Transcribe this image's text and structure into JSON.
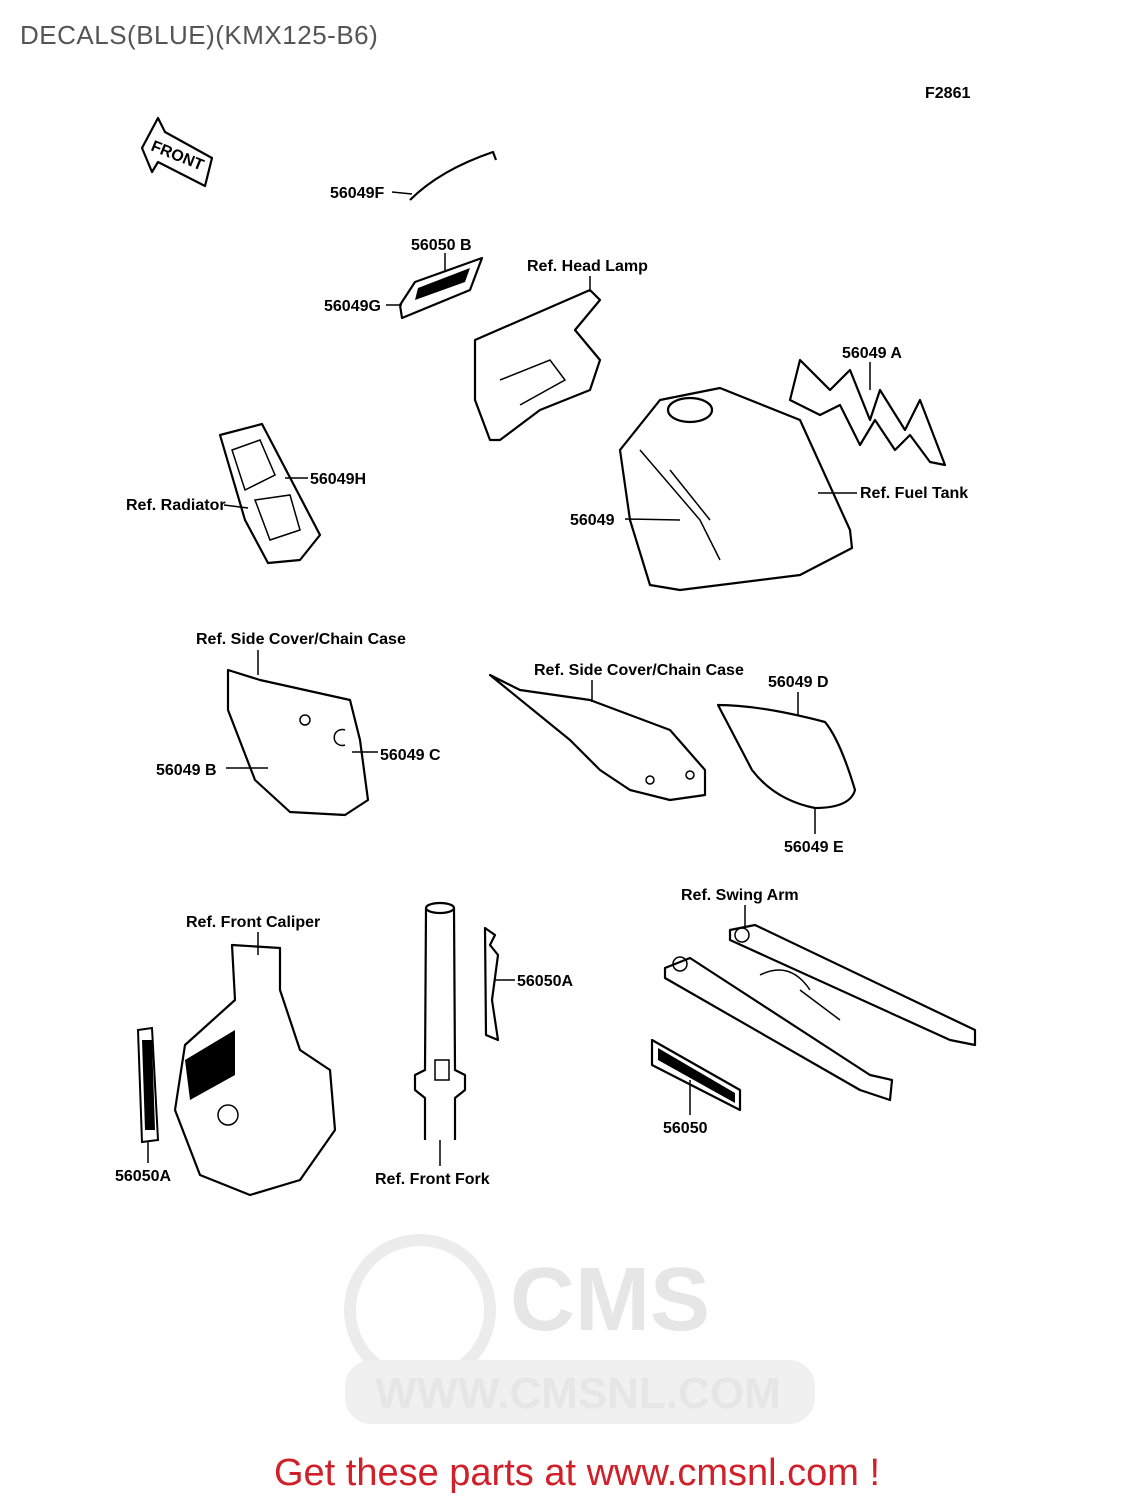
{
  "title": "DECALS(BLUE)(KMX125-B6)",
  "figure_code": "F2861",
  "front_arrow": "FRONT",
  "watermark": {
    "logo": "CMS",
    "url": "WWW.CMSNL.COM"
  },
  "labels": {
    "p56049F": "56049F",
    "p56050B": "56050 B",
    "p56049G": "56049G",
    "ref_head_lamp": "Ref. Head Lamp",
    "p56049A": "56049 A",
    "p56049H": "56049H",
    "ref_radiator": "Ref. Radiator",
    "p56049": "56049",
    "ref_fuel_tank": "Ref. Fuel Tank",
    "ref_side_cover_left": "Ref. Side Cover/Chain Case",
    "ref_side_cover_right": "Ref. Side Cover/Chain Case",
    "p56049D": "56049 D",
    "p56049C": "56049 C",
    "p56049B": "56049 B",
    "p56049E": "56049 E",
    "ref_swing_arm": "Ref. Swing Arm",
    "ref_front_caliper": "Ref. Front Caliper",
    "p56050A_fork": "56050A",
    "p56050": "56050",
    "p56050A_caliper": "56050A",
    "ref_front_fork": "Ref. Front Fork"
  },
  "footer": "Get these parts at www.cmsnl.com !",
  "colors": {
    "footer": "#d0202a",
    "title": "#555555",
    "watermark": "#e6e6e6"
  }
}
